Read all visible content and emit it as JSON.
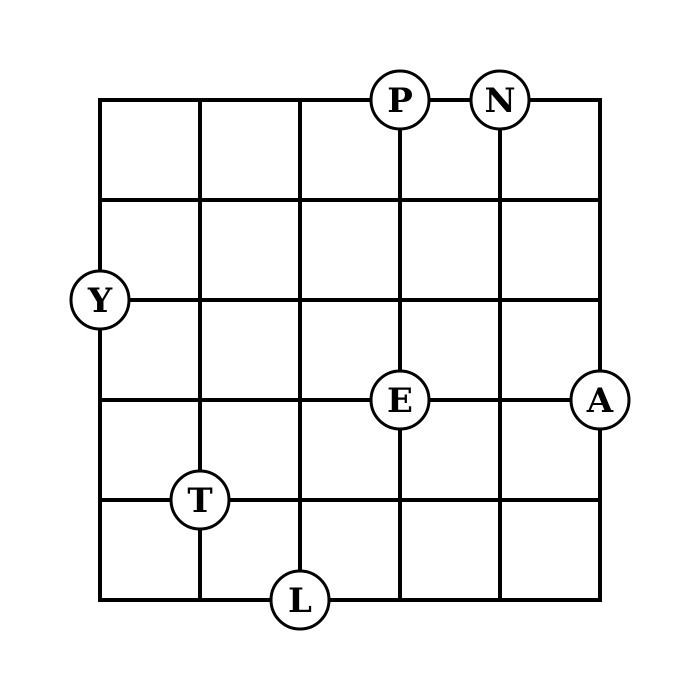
{
  "grid": {
    "columns": 5,
    "rows": 5,
    "line_color": "#000000",
    "background": "#ffffff"
  },
  "nodes": [
    {
      "label": "P",
      "col": 3,
      "row": 0
    },
    {
      "label": "N",
      "col": 4,
      "row": 0
    },
    {
      "label": "Y",
      "col": 0,
      "row": 2
    },
    {
      "label": "E",
      "col": 3,
      "row": 3
    },
    {
      "label": "A",
      "col": 5,
      "row": 3
    },
    {
      "label": "T",
      "col": 1,
      "row": 4
    },
    {
      "label": "L",
      "col": 2,
      "row": 5
    }
  ]
}
